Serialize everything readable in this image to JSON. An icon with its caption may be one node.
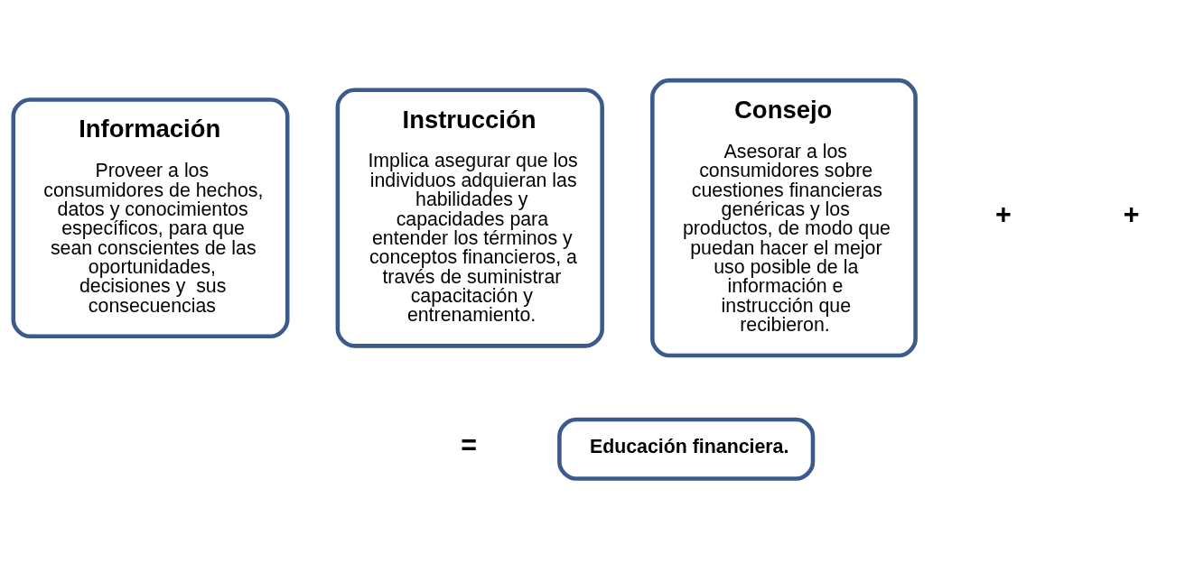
{
  "diagram": {
    "nodes": [
      {
        "text": [
          "Información",
          "Proveer a los consumidores de hechos, datos y conocimientos específicos, para que sean conscientes de las oportunidades, decisiones y  sus consecuencias"
        ]
      },
      {
        "text": [
          "Instrucción",
          "Implica asegurar que los individuos adquieran las habilidades y capacidades para entender los términos y conceptos financieros, a través de suministrar capacitación y entrenamiento."
        ]
      },
      {
        "text": [
          "Consejo",
          "Asesorar a los consumidores sobre cuestiones financieras genéricas y los productos, de modo que puedan hacer el mejor uso posible de la información e instrucción que recibieron."
        ]
      },
      {
        "text": [
          "Educación financiera."
        ]
      }
    ],
    "edges": [],
    "labels": [
      "+",
      "+",
      "="
    ]
  }
}
